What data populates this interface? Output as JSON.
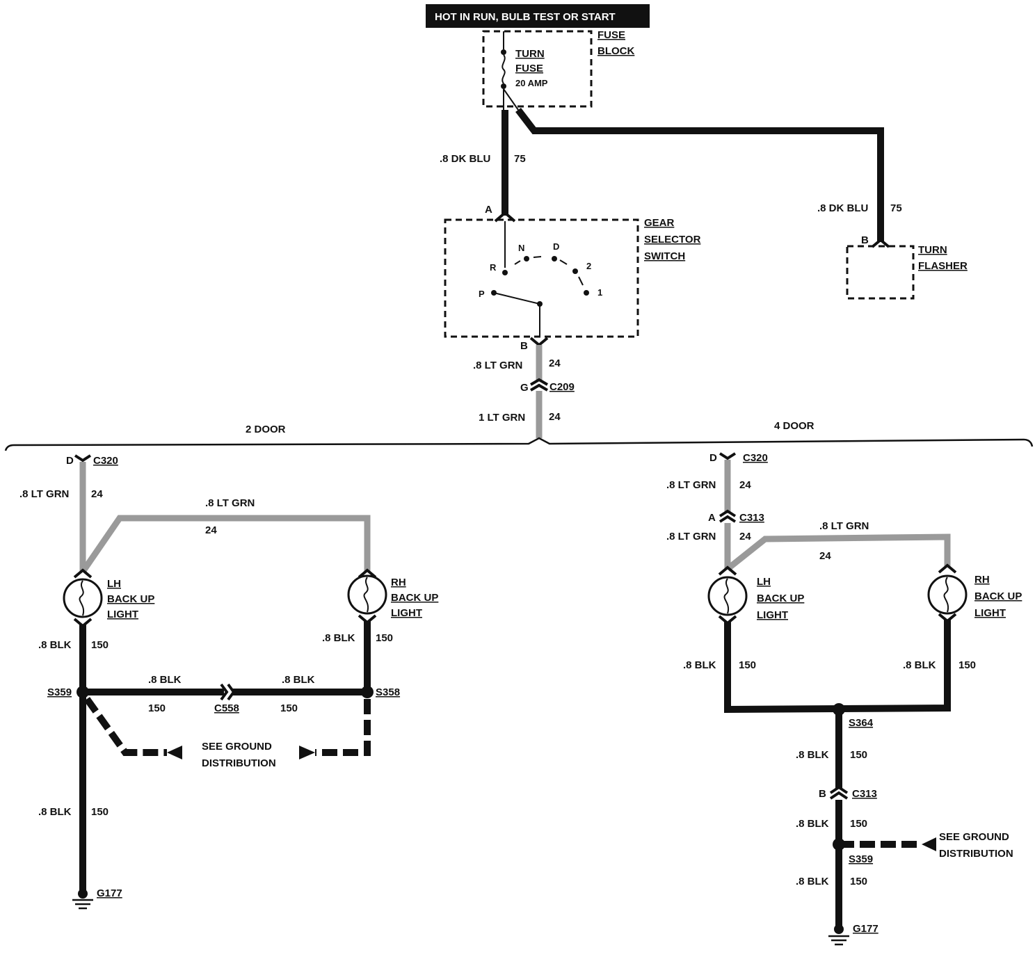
{
  "header": {
    "supply": "HOT IN RUN, BULB TEST OR START"
  },
  "fuse_block": {
    "title_1": "FUSE",
    "title_2": "BLOCK",
    "fuse_1": "TURN",
    "fuse_2": "FUSE",
    "rating": "20 AMP"
  },
  "feed_left": {
    "gauge": ".8 DK BLU",
    "circuit": "75"
  },
  "feed_right": {
    "gauge": ".8 DK BLU",
    "circuit": "75"
  },
  "gear_switch": {
    "title_1": "GEAR",
    "title_2": "SELECTOR",
    "title_3": "SWITCH",
    "pin_in": "A",
    "pin_out": "B",
    "positions": {
      "p": "P",
      "r": "R",
      "n": "N",
      "d": "D",
      "two": "2",
      "one": "1"
    }
  },
  "turn_flasher": {
    "title_1": "TURN",
    "title_2": "FLASHER",
    "pin": "B"
  },
  "trunk": {
    "upper_gauge": ".8 LT GRN",
    "upper_circuit": "24",
    "connector_pin": "G",
    "connector": "C209",
    "lower_gauge": "1 LT GRN",
    "lower_circuit": "24"
  },
  "variants": {
    "two_door": "2 DOOR",
    "four_door": "4 DOOR"
  },
  "two_door": {
    "c320_pin": "D",
    "c320": "C320",
    "feed_gauge": ".8 LT GRN",
    "feed_circuit": "24",
    "cross_gauge": ".8 LT GRN",
    "cross_circuit": "24",
    "lh_1": "LH",
    "lh_2": "BACK UP",
    "lh_3": "LIGHT",
    "rh_1": "RH",
    "rh_2": "BACK UP",
    "rh_3": "LIGHT",
    "lh_gnd_gauge": ".8 BLK",
    "lh_gnd_circuit": "150",
    "rh_gnd_gauge": ".8 BLK",
    "rh_gnd_circuit": "150",
    "splice_left": "S359",
    "splice_right": "S358",
    "link_gauge_left": ".8 BLK",
    "link_circuit_left": "150",
    "link_connector": "C558",
    "link_gauge_right": ".8 BLK",
    "link_circuit_right": "150",
    "see_ground_1": "SEE GROUND",
    "see_ground_2": "DISTRIBUTION",
    "down_gauge": ".8 BLK",
    "down_circuit": "150",
    "ground": "G177"
  },
  "four_door": {
    "c320_pin": "D",
    "c320": "C320",
    "feed_gauge": ".8 LT GRN",
    "feed_circuit": "24",
    "c313_pin": "A",
    "c313": "C313",
    "feed2_gauge": ".8 LT GRN",
    "feed2_circuit": "24",
    "cross_gauge": ".8 LT GRN",
    "cross_circuit": "24",
    "lh_1": "LH",
    "lh_2": "BACK UP",
    "lh_3": "LIGHT",
    "rh_1": "RH",
    "rh_2": "BACK UP",
    "rh_3": "LIGHT",
    "lh_gnd_gauge": ".8 BLK",
    "lh_gnd_circuit": "150",
    "rh_gnd_gauge": ".8 BLK",
    "rh_gnd_circuit": "150",
    "splice_mid": "S364",
    "mid_gauge": ".8 BLK",
    "mid_circuit": "150",
    "c313b_pin": "B",
    "c313b": "C313",
    "lower_gauge": ".8 BLK",
    "lower_circuit": "150",
    "splice_low": "S359",
    "see_ground_1": "SEE GROUND",
    "see_ground_2": "DISTRIBUTION",
    "bottom_gauge": ".8 BLK",
    "bottom_circuit": "150",
    "ground": "G177"
  }
}
